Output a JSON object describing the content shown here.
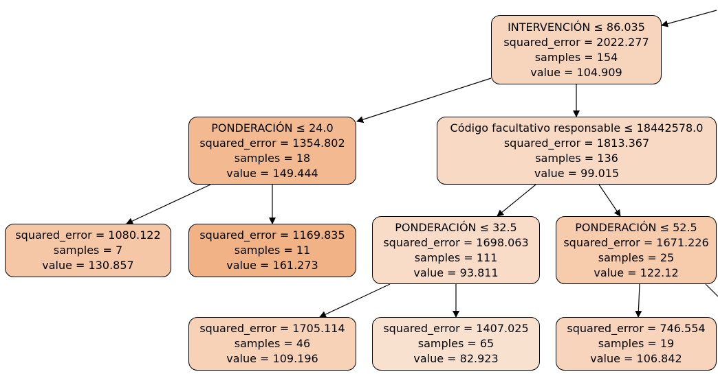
{
  "nodes": {
    "n0": {
      "lines": [
        "INTERVENCIÓN ≤ 86.035",
        "squared_error = 2022.277",
        "samples = 154",
        "value = 104.909"
      ],
      "fill": "#f7d5bd"
    },
    "n1": {
      "lines": [
        "PONDERACIÓN ≤ 24.0",
        "squared_error = 1354.802",
        "samples = 18",
        "value = 149.444"
      ],
      "fill": "#f3ba91"
    },
    "n2": {
      "lines": [
        "squared_error = 1080.122",
        "samples = 7",
        "value = 130.857"
      ],
      "fill": "#f5c7a6"
    },
    "n3": {
      "lines": [
        "squared_error = 1169.835",
        "samples = 11",
        "value = 161.273"
      ],
      "fill": "#f1b286"
    },
    "n4": {
      "lines": [
        "Código facultativo responsable ≤ 18442578.0",
        "squared_error = 1813.367",
        "samples = 136",
        "value = 99.015"
      ],
      "fill": "#f8d9c3"
    },
    "n5": {
      "lines": [
        "PONDERACIÓN ≤ 32.5",
        "squared_error = 1698.063",
        "samples = 111",
        "value = 93.811"
      ],
      "fill": "#f8dcc8"
    },
    "n6": {
      "lines": [
        "squared_error = 1705.114",
        "samples = 46",
        "value = 109.196"
      ],
      "fill": "#f7d2b7"
    },
    "n7": {
      "lines": [
        "squared_error = 1407.025",
        "samples = 65",
        "value = 82.923"
      ],
      "fill": "#f9e1d0"
    },
    "n8": {
      "lines": [
        "PONDERACIÓN ≤ 52.5",
        "squared_error = 1671.226",
        "samples = 25",
        "value = 122.12"
      ],
      "fill": "#f6ccad"
    },
    "n9": {
      "lines": [
        "squared_error = 746.554",
        "samples = 19",
        "value = 106.842"
      ],
      "fill": "#f7d4bb"
    }
  },
  "colors": {
    "edge": "#000000",
    "border": "#000000"
  }
}
